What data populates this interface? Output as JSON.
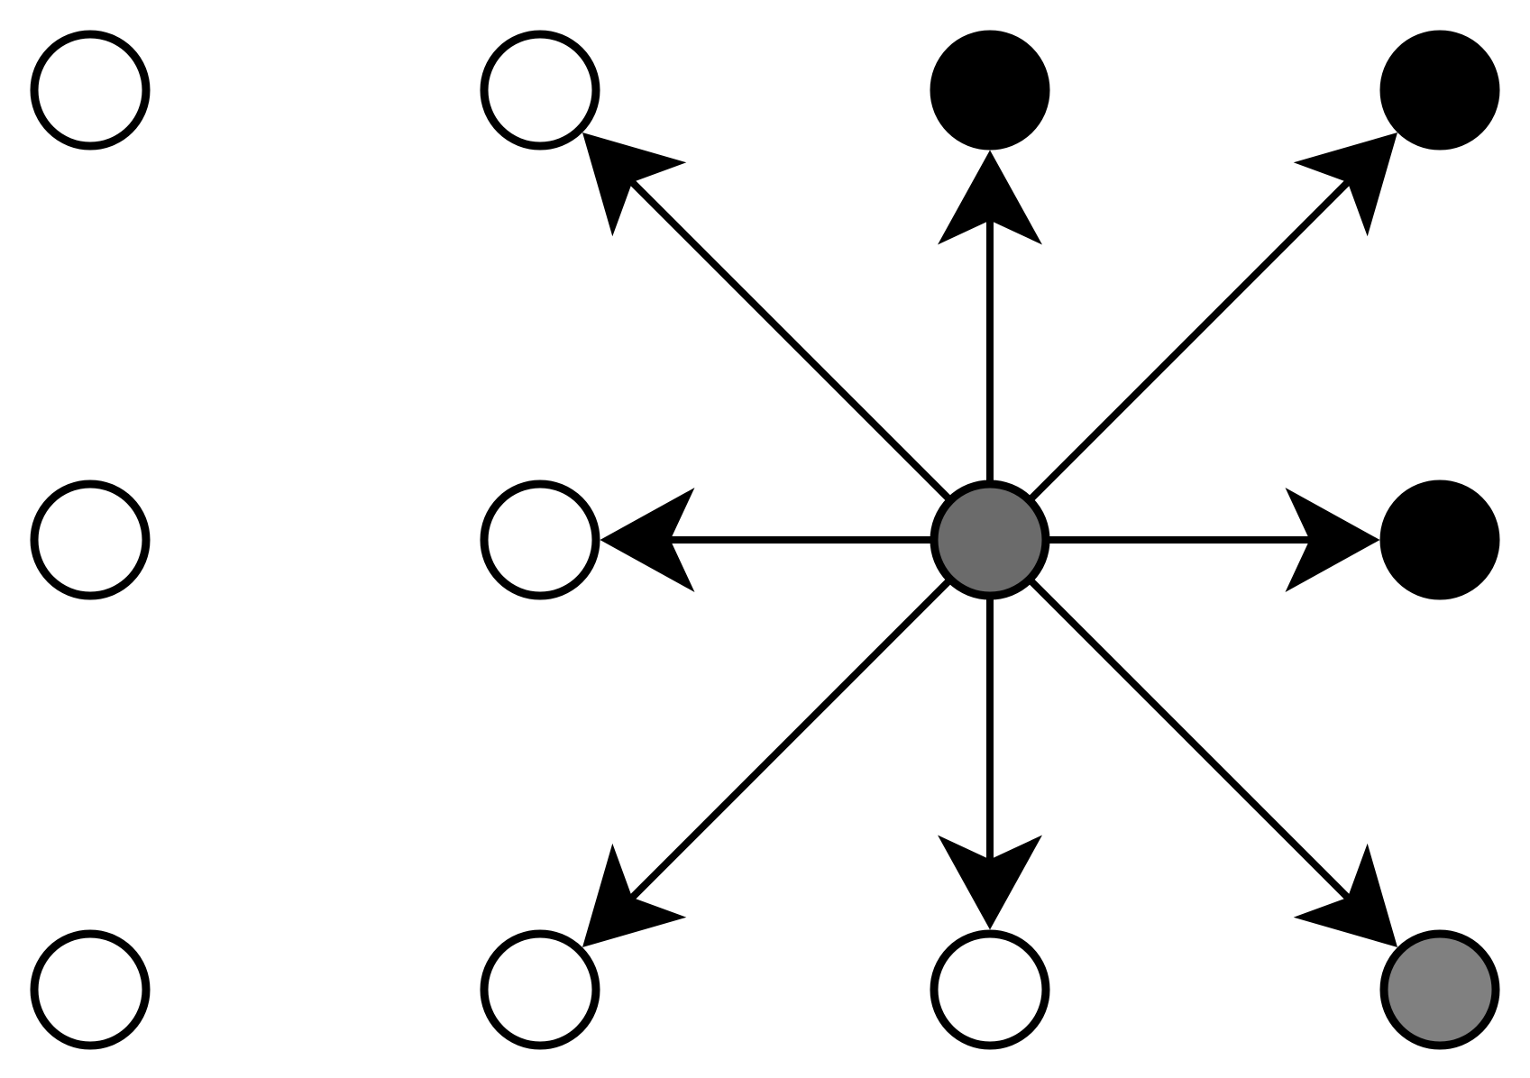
{
  "diagram": {
    "colors": {
      "stroke": "#000000",
      "empty": "#ffffff",
      "filled": "#000000",
      "current": "#6b6b6b",
      "target": "#808080"
    },
    "grid": {
      "columns": 4,
      "rows": 3
    },
    "source": {
      "col": 2,
      "row": 1
    },
    "nodes": [
      {
        "id": "c0r0",
        "col": 0,
        "row": 0,
        "state": "empty"
      },
      {
        "id": "c1r0",
        "col": 1,
        "row": 0,
        "state": "empty"
      },
      {
        "id": "c2r0",
        "col": 2,
        "row": 0,
        "state": "filled"
      },
      {
        "id": "c3r0",
        "col": 3,
        "row": 0,
        "state": "filled"
      },
      {
        "id": "c0r1",
        "col": 0,
        "row": 1,
        "state": "empty"
      },
      {
        "id": "c1r1",
        "col": 1,
        "row": 1,
        "state": "empty"
      },
      {
        "id": "c2r1",
        "col": 2,
        "row": 1,
        "state": "current"
      },
      {
        "id": "c3r1",
        "col": 3,
        "row": 1,
        "state": "filled"
      },
      {
        "id": "c0r2",
        "col": 0,
        "row": 2,
        "state": "empty"
      },
      {
        "id": "c1r2",
        "col": 1,
        "row": 2,
        "state": "empty"
      },
      {
        "id": "c2r2",
        "col": 2,
        "row": 2,
        "state": "empty"
      },
      {
        "id": "c3r2",
        "col": 3,
        "row": 2,
        "state": "target"
      }
    ],
    "arrows": [
      {
        "id": "north",
        "to": {
          "col": 2,
          "row": 0
        }
      },
      {
        "id": "north-east",
        "to": {
          "col": 3,
          "row": 0
        }
      },
      {
        "id": "east",
        "to": {
          "col": 3,
          "row": 1
        }
      },
      {
        "id": "south-east",
        "to": {
          "col": 3,
          "row": 2
        }
      },
      {
        "id": "south",
        "to": {
          "col": 2,
          "row": 2
        }
      },
      {
        "id": "south-west",
        "to": {
          "col": 1,
          "row": 2
        }
      },
      {
        "id": "west",
        "to": {
          "col": 1,
          "row": 1
        }
      },
      {
        "id": "north-west",
        "to": {
          "col": 1,
          "row": 0
        }
      }
    ]
  }
}
